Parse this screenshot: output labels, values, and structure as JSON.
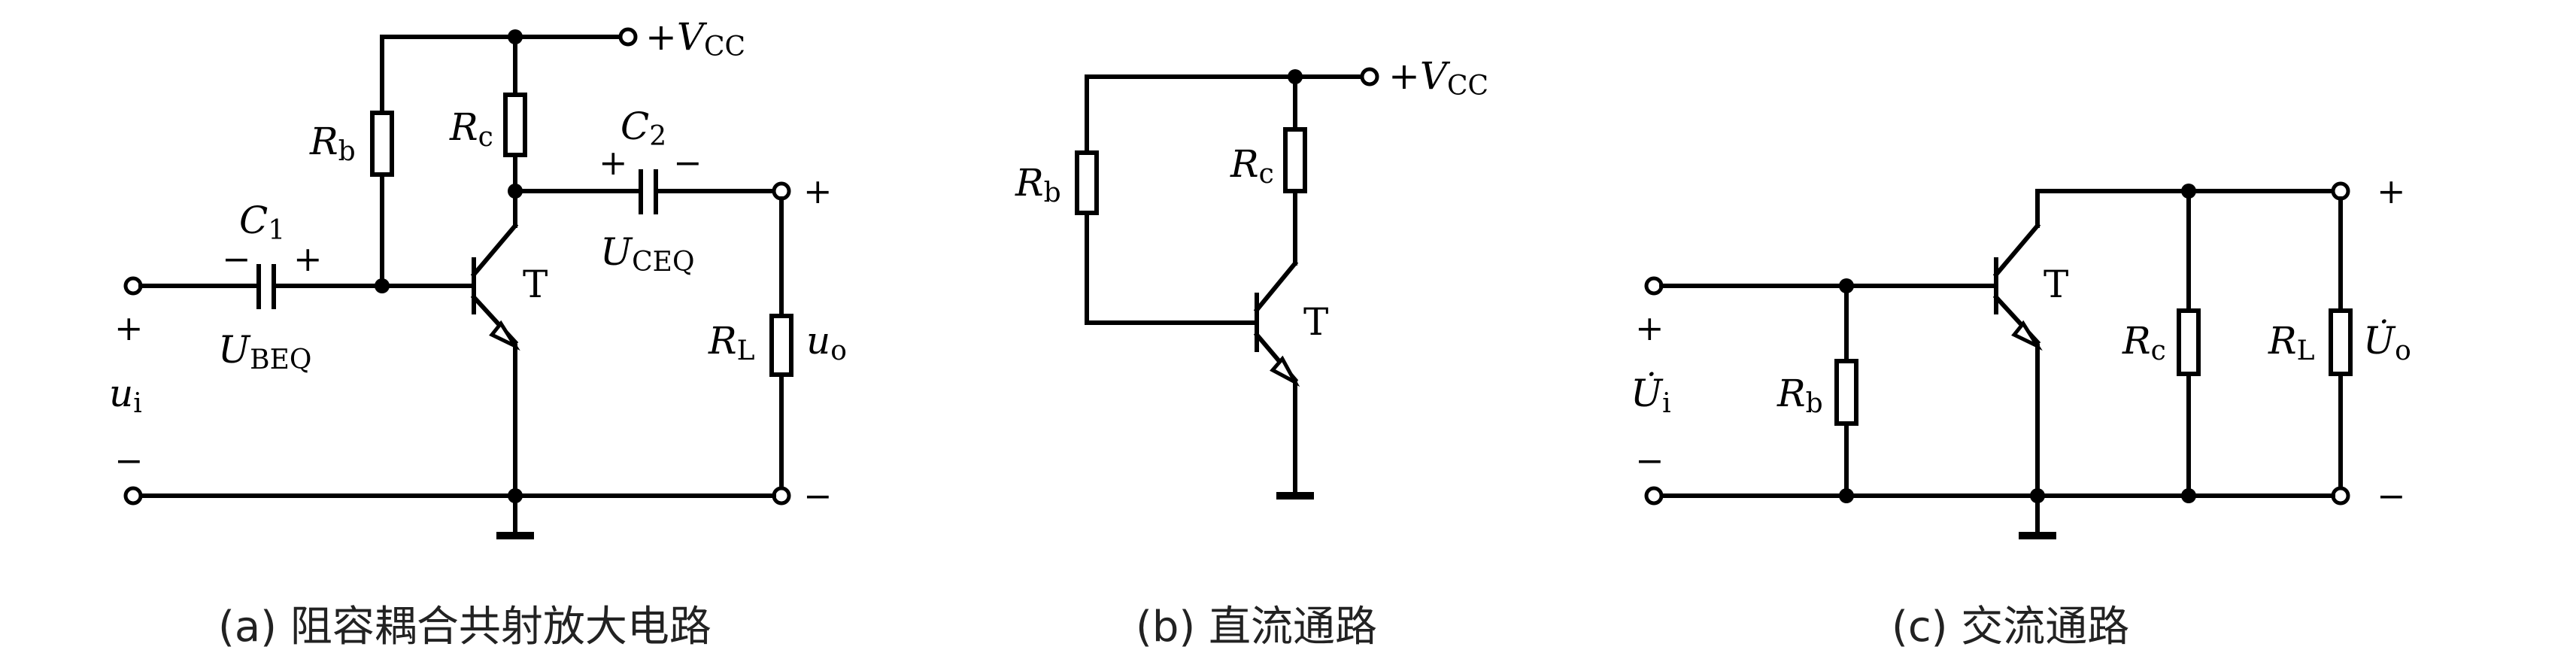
{
  "figure": {
    "panel_a": {
      "caption": "(a) 阻容耦合共射放大电路",
      "supply": {
        "prefix": "+",
        "symbol": "V",
        "subscript": "CC"
      },
      "Rb": {
        "symbol": "R",
        "subscript": "b"
      },
      "Rc": {
        "symbol": "R",
        "subscript": "c"
      },
      "RL": {
        "symbol": "R",
        "subscript": "L"
      },
      "C1": {
        "symbol": "C",
        "subscript": "1",
        "left_sign": "−",
        "right_sign": "+"
      },
      "C2": {
        "symbol": "C",
        "subscript": "2",
        "left_sign": "+",
        "right_sign": "−"
      },
      "UBEQ": {
        "symbol": "U",
        "subscript": "BEQ"
      },
      "UCEQ": {
        "symbol": "U",
        "subscript": "CEQ"
      },
      "transistor": "T",
      "input": {
        "symbol": "u",
        "subscript": "i",
        "plus": "+",
        "minus": "−"
      },
      "output": {
        "symbol": "u",
        "subscript": "o",
        "plus": "+",
        "minus": "−"
      }
    },
    "panel_b": {
      "caption": "(b) 直流通路",
      "supply": {
        "prefix": "+",
        "symbol": "V",
        "subscript": "CC"
      },
      "Rb": {
        "symbol": "R",
        "subscript": "b"
      },
      "Rc": {
        "symbol": "R",
        "subscript": "c"
      },
      "transistor": "T"
    },
    "panel_c": {
      "caption": "(c) 交流通路",
      "Rb": {
        "symbol": "R",
        "subscript": "b"
      },
      "Rc": {
        "symbol": "R",
        "subscript": "c"
      },
      "RL": {
        "symbol": "R",
        "subscript": "L"
      },
      "transistor": "T",
      "input": {
        "symbol": "U̇",
        "subscript": "i",
        "plus": "+",
        "minus": "−"
      },
      "output": {
        "symbol": "U̇",
        "subscript": "o",
        "plus": "+",
        "minus": "−"
      }
    }
  }
}
